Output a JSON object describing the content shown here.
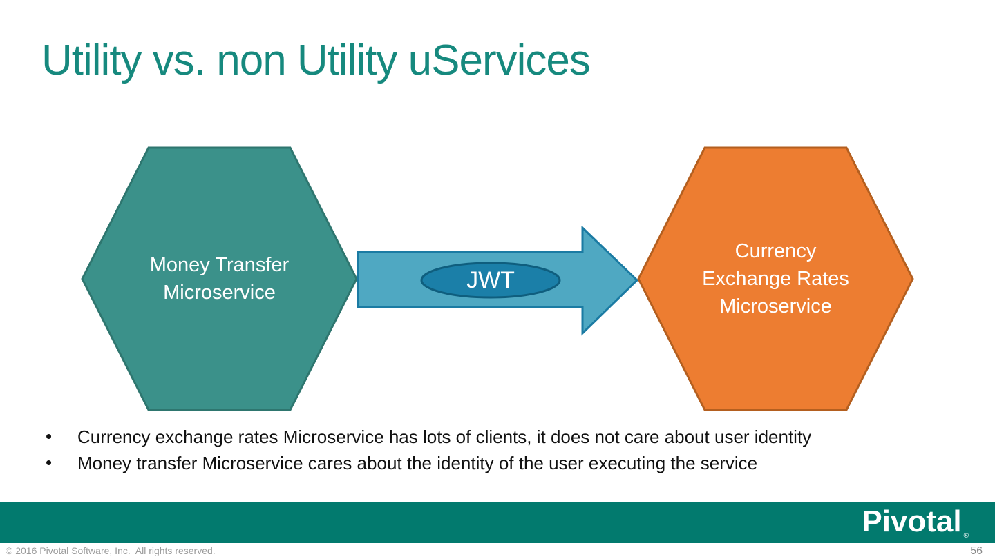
{
  "slide": {
    "title": "Utility vs. non Utility uServices",
    "page_number": "56"
  },
  "diagram": {
    "left_hexagon": {
      "lines": [
        "Money Transfer",
        "Microservice"
      ],
      "fill": "#3b918a",
      "border": "#2e766f"
    },
    "right_hexagon": {
      "lines": [
        "Currency",
        "Exchange Rates",
        "Microservice"
      ],
      "fill": "#ed7d31",
      "border": "#b45f1f"
    },
    "arrow": {
      "label": "JWT",
      "fill": "#4fa8c2",
      "border": "#1b7ba3",
      "ellipse_fill": "#1b7fa8",
      "ellipse_border": "#0f5e7e"
    }
  },
  "bullets": {
    "items": [
      "Currency exchange rates Microservice has lots of clients, it does not care about user identity",
      "Money transfer Microservice cares about the identity of the user executing the service"
    ]
  },
  "footer": {
    "logo_text": "Pivotal",
    "logo_mark": "®",
    "bar_color": "#027a6e",
    "copyright": "© 2016 Pivotal Software, Inc.  All rights reserved."
  },
  "colors": {
    "title_teal": "#16897e",
    "body_text": "#111111",
    "copyright_gray": "#9b9b9b"
  }
}
